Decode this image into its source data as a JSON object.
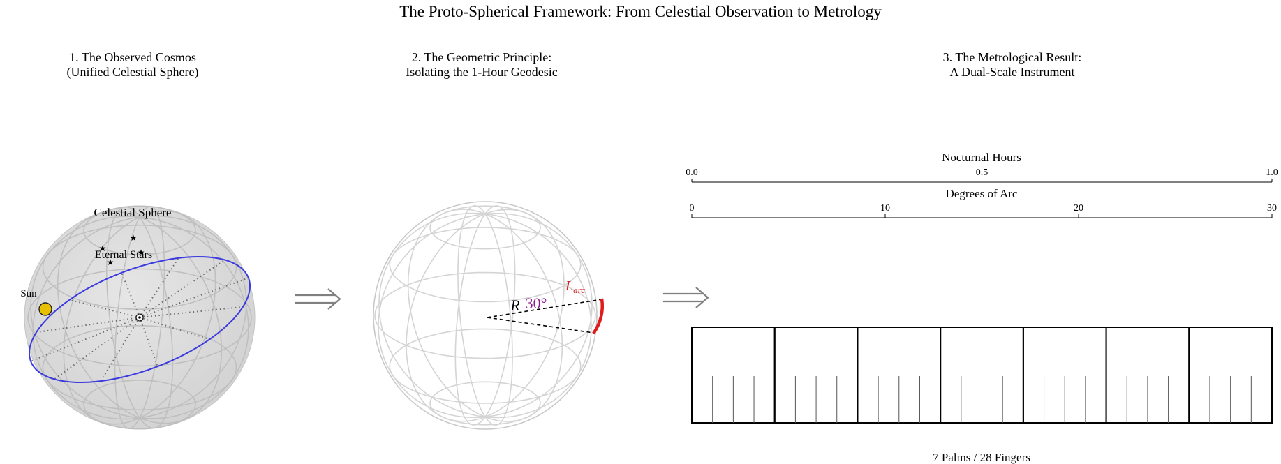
{
  "title": "The Proto-Spherical Framework: From Celestial Observation to Metrology",
  "panel1": {
    "title_line1": "1. The Observed Cosmos",
    "title_line2": "(Unified Celestial Sphere)",
    "sphere_label": "Celestial Sphere",
    "stars_label": "Eternal Stars",
    "sun_label": "Sun",
    "colors": {
      "ecliptic": "#3a3adf",
      "sun": "#e8c000",
      "sphere": "#d9d9d9"
    }
  },
  "panel2": {
    "title_line1": "2. The Geometric Principle:",
    "title_line2": "Isolating the 1-Hour Geodesic",
    "radius_label": "R",
    "angle_label": "30°",
    "arc_label_main": "L",
    "arc_label_sub": "arc",
    "colors": {
      "arc": "#e01b1b",
      "angle": "#8b1a8b"
    }
  },
  "panel3": {
    "title_line1": "3. The Metrological Result:",
    "title_line2": "A Dual-Scale Instrument",
    "hours_scale": {
      "label": "Nocturnal Hours",
      "ticks": [
        "0.0",
        "0.5",
        "1.0"
      ]
    },
    "degrees_scale": {
      "label": "Degrees of Arc",
      "ticks": [
        "0",
        "10",
        "20",
        "30"
      ]
    },
    "palms": 7,
    "fingers_per_palm": 4,
    "ruler_label": "7 Palms / 28 Fingers"
  },
  "arrows": {
    "color": "#808080"
  }
}
